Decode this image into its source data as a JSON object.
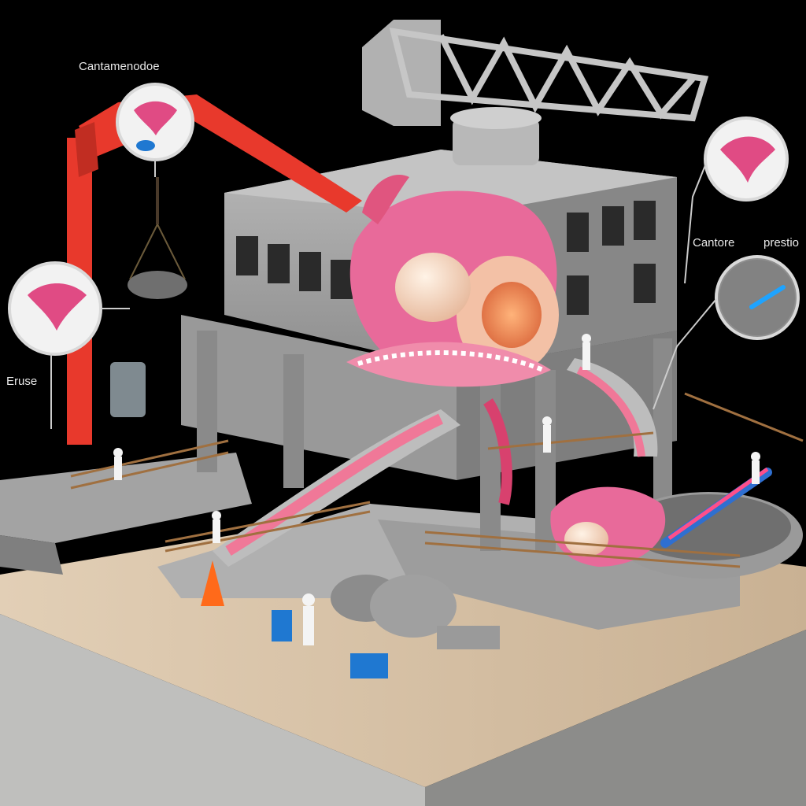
{
  "labels": {
    "top_left": "Cantamenodoe",
    "right_a": "Cantore",
    "right_b": "prestio",
    "left": "Eruse"
  },
  "colors": {
    "background": "#000000",
    "concrete": "#a6a6a6",
    "ground": "#d8c3a8",
    "crane_red": "#e8392c",
    "tissue_pink": "#e86a9a"
  }
}
